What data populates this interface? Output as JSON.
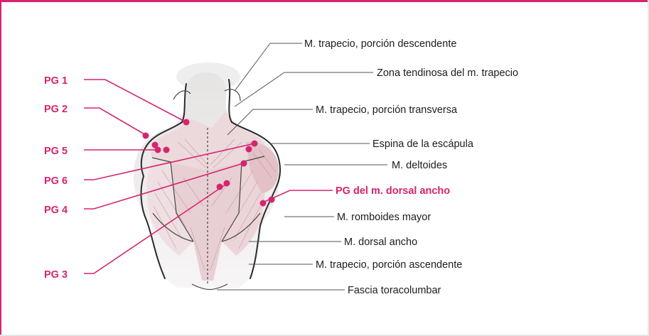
{
  "colors": {
    "accent": "#d6246e",
    "muscle": "#ecd7da",
    "muscle_dark": "#d9b3b8",
    "skin": "#f2efef"
  },
  "pg_labels": [
    {
      "id": "pg1",
      "text": "PG 1"
    },
    {
      "id": "pg2",
      "text": "PG 2"
    },
    {
      "id": "pg5",
      "text": "PG 5"
    },
    {
      "id": "pg6",
      "text": "PG 6"
    },
    {
      "id": "pg4",
      "text": "PG 4"
    },
    {
      "id": "pg3",
      "text": "PG 3"
    }
  ],
  "anatomy_labels": [
    {
      "id": "trapecio_desc",
      "text": "M. trapecio, porción descendente"
    },
    {
      "id": "zona_tendinosa",
      "text": "Zona tendinosa del m. trapecio"
    },
    {
      "id": "trapecio_trans",
      "text": "M. trapecio, porción transversa"
    },
    {
      "id": "espina",
      "text": "Espina de la escápula"
    },
    {
      "id": "deltoides",
      "text": "M. deltoides"
    },
    {
      "id": "pg_dorsal",
      "text": "PG del m. dorsal ancho"
    },
    {
      "id": "romboides",
      "text": "M. romboides mayor"
    },
    {
      "id": "dorsal",
      "text": "M. dorsal ancho"
    },
    {
      "id": "trapecio_asc",
      "text": "M. trapecio, porción ascendente"
    },
    {
      "id": "fascia",
      "text": "Fascia toracolumbar"
    }
  ]
}
